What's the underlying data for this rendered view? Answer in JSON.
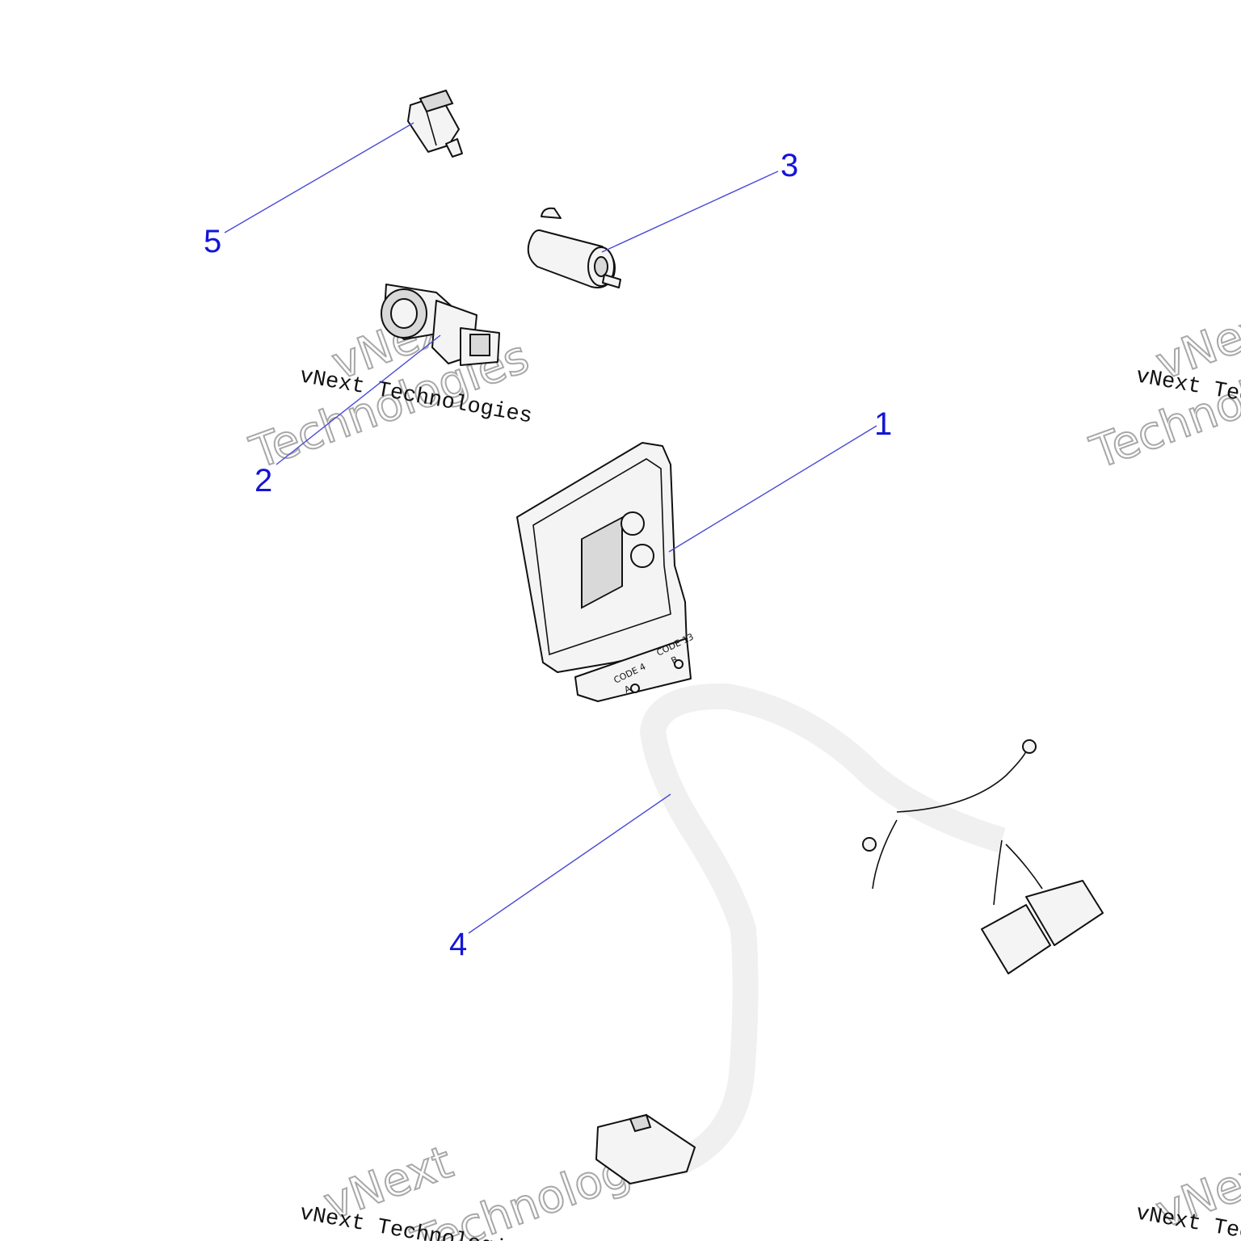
{
  "callouts": [
    {
      "id": "1",
      "label": "1"
    },
    {
      "id": "2",
      "label": "2"
    },
    {
      "id": "3",
      "label": "3"
    },
    {
      "id": "4",
      "label": "4"
    },
    {
      "id": "5",
      "label": "5"
    }
  ],
  "ecu_labels": {
    "code_a": "CODE 4",
    "code_a_sub": "A",
    "code_b": "CODE 13",
    "code_b_sub": "B"
  },
  "watermark": {
    "line_small": "vNext Technologies",
    "word_1": "vNext",
    "word_2": "Technologies"
  },
  "colors": {
    "callout": "#1414d8",
    "leader": "#4a4ad6"
  }
}
